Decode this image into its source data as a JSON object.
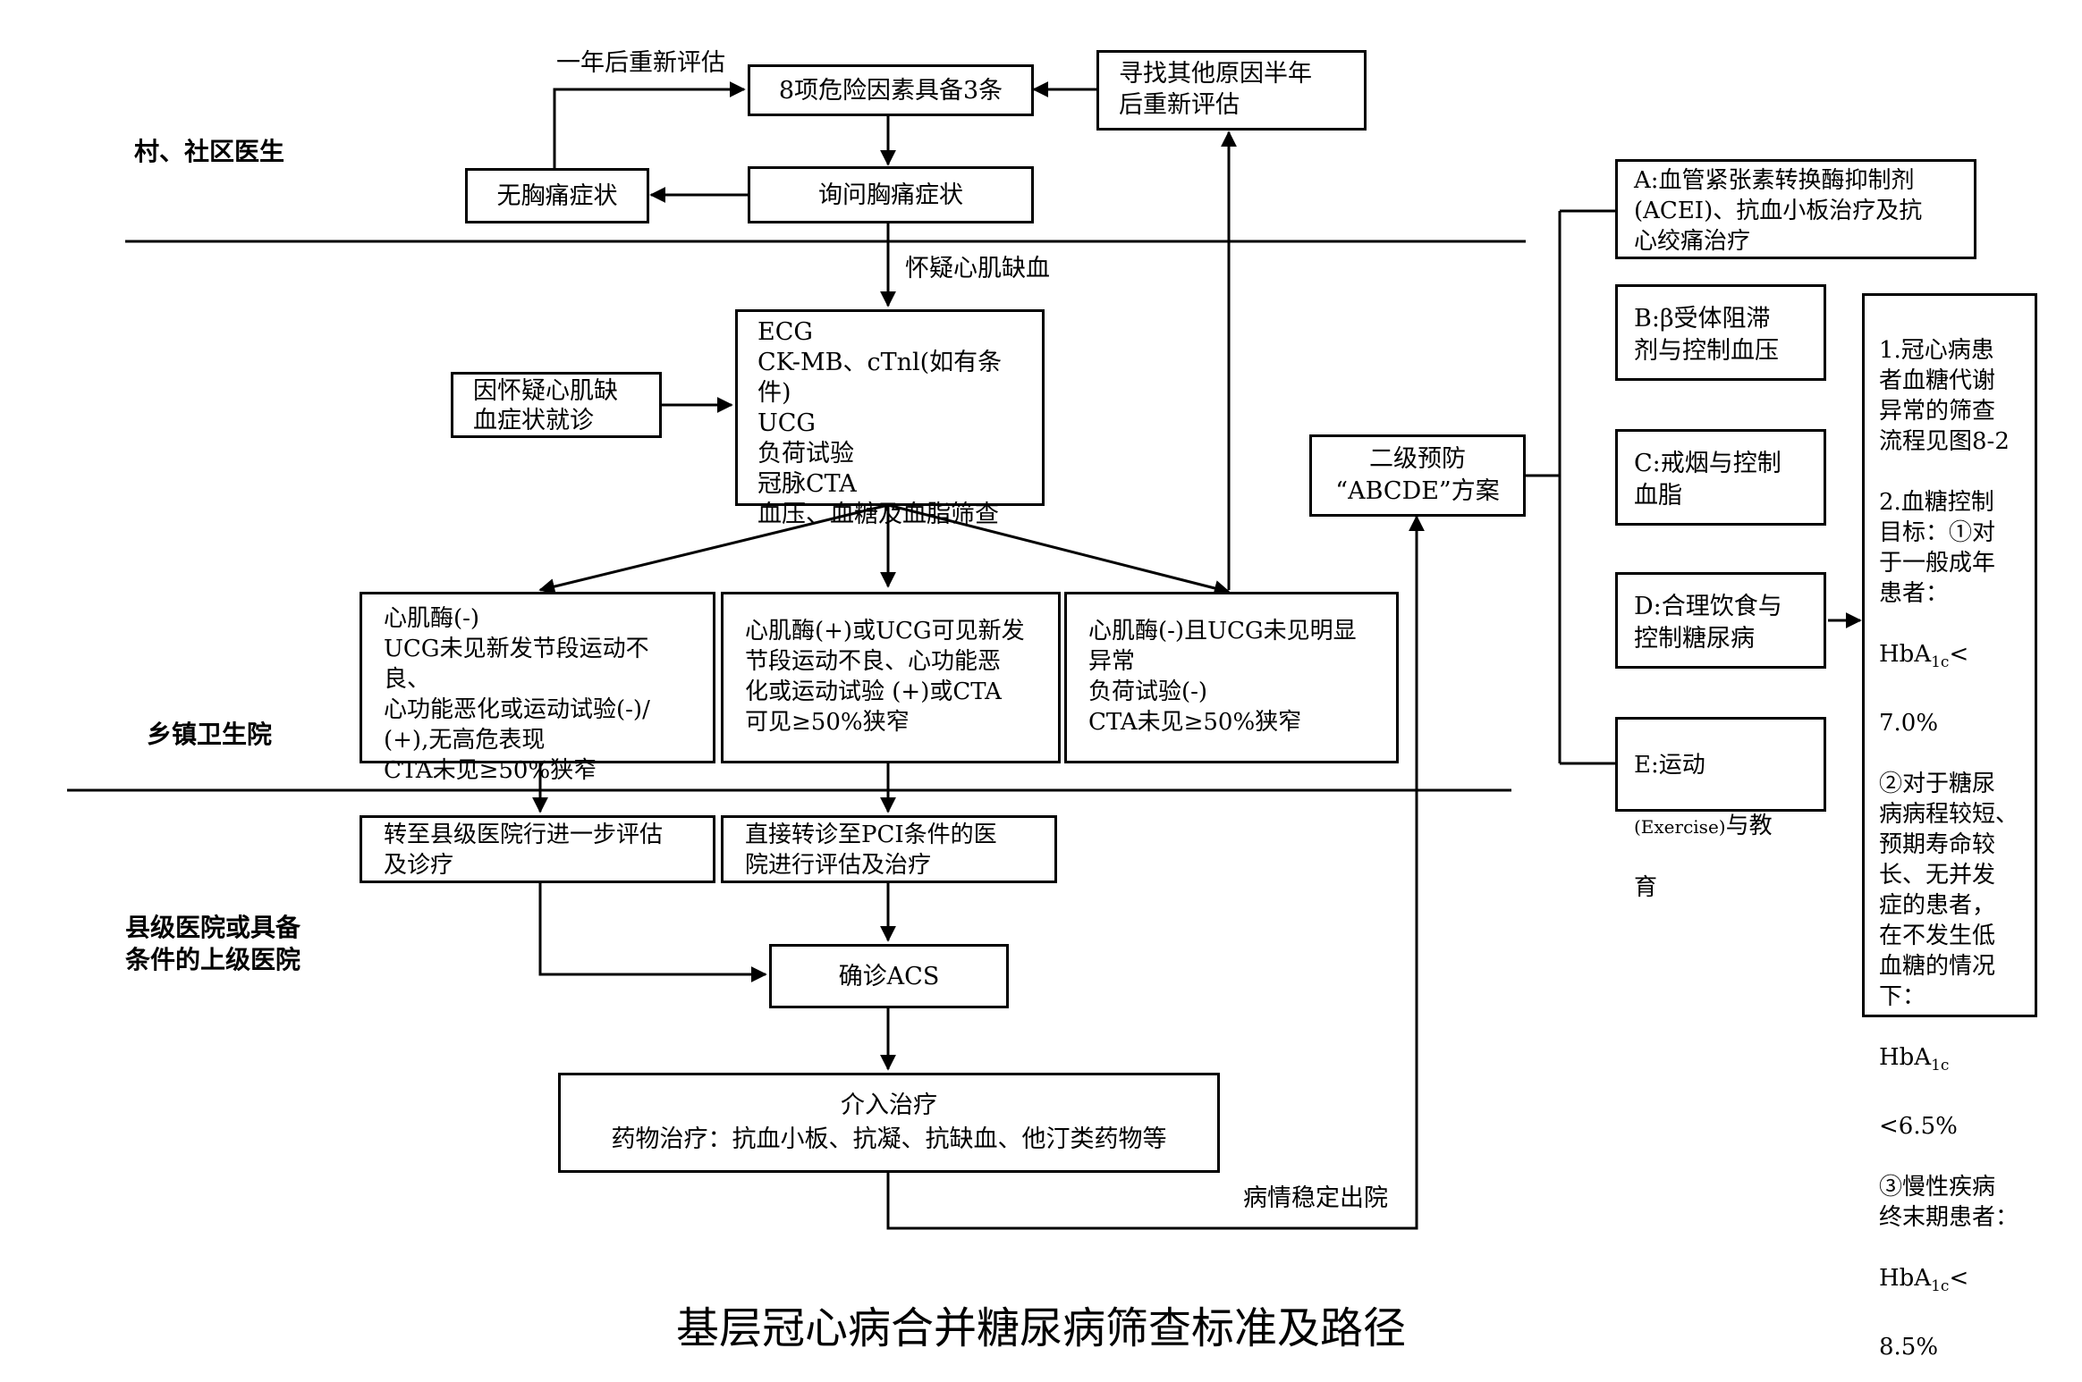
{
  "title": "基层冠心病合并糖尿病筛查标准及路径",
  "levels": {
    "village": "村、社区医生",
    "township": "乡镇卫生院",
    "county": "县级医院或具备\n条件的上级医院"
  },
  "labels": {
    "reeval_year": "一年后重新评估",
    "suspect": "怀疑心肌缺血",
    "discharge": "病情稳定出院"
  },
  "boxes": {
    "risk": "8项危险因素具备3条",
    "other_cause": "寻找其他原因半年\n后重新评估",
    "ask_pain": "询问胸痛症状",
    "no_pain": "无胸痛症状",
    "tests": "ECG\nCK-MB、cTnl(如有条件)\nUCG\n负荷试验\n冠脉CTA\n血压、血糖及血脂筛查",
    "visit": "因怀疑心肌缺\n血症状就诊",
    "res1": "心肌酶(-)\nUCG未见新发节段运动不良、\n心功能恶化或运动试验(-)/\n(+),无高危表现\nCTA未见≥50%狭窄",
    "res2": "心肌酶(+)或UCG可见新发\n节段运动不良、心功能恶\n化或运动试验 (+)或CTA\n可见≥50%狭窄",
    "res3": "心肌酶(-)且UCG未见明显\n异常\n负荷试验(-)\nCTA未见≥50%狭窄",
    "county_refer": "转至县级医院行进一步评估\n及诊疗",
    "pci_refer": "直接转诊至PCI条件的医\n院进行评估及治疗",
    "acs": "确诊ACS",
    "treat": "介入治疗\n药物治疗：抗血小板、抗凝、抗缺血、他汀类药物等",
    "secondary": "二级预防\n“ABCDE”方案"
  },
  "abcde": {
    "a": "A:血管紧张素转换酶抑制剂\n(ACEI)、抗血小板治疗及抗\n心绞痛治疗",
    "b": "B:β受体阻滞\n剂与控制血压",
    "c": "C:戒烟与控制\n血脂",
    "d": "D:合理饮食与\n控制糖尿病",
    "e_prefix": "E:运动",
    "e_exercise": "(Exercise)",
    "e_suffix": "与教",
    "e_line2": "育"
  },
  "notes": {
    "p1": "1.冠心病患\n者血糖代谢\n异常的筛查\n流程见图8-2",
    "p2": "2.血糖控制\n目标：①对\n于一般成年\n患者：",
    "hb": "HbA",
    "sub": "1c",
    "t1": "<",
    "v1": "7.0%",
    "p3": "②对于糖尿\n病病程较短、\n预期寿命较\n长、无并发\n症的患者，\n在不发生低\n血糖的情况\n下：",
    "t2": "<6.5%",
    "p4": "③慢性疾病\n终末期患者：",
    "t3": "<",
    "v3": "8.5%"
  }
}
